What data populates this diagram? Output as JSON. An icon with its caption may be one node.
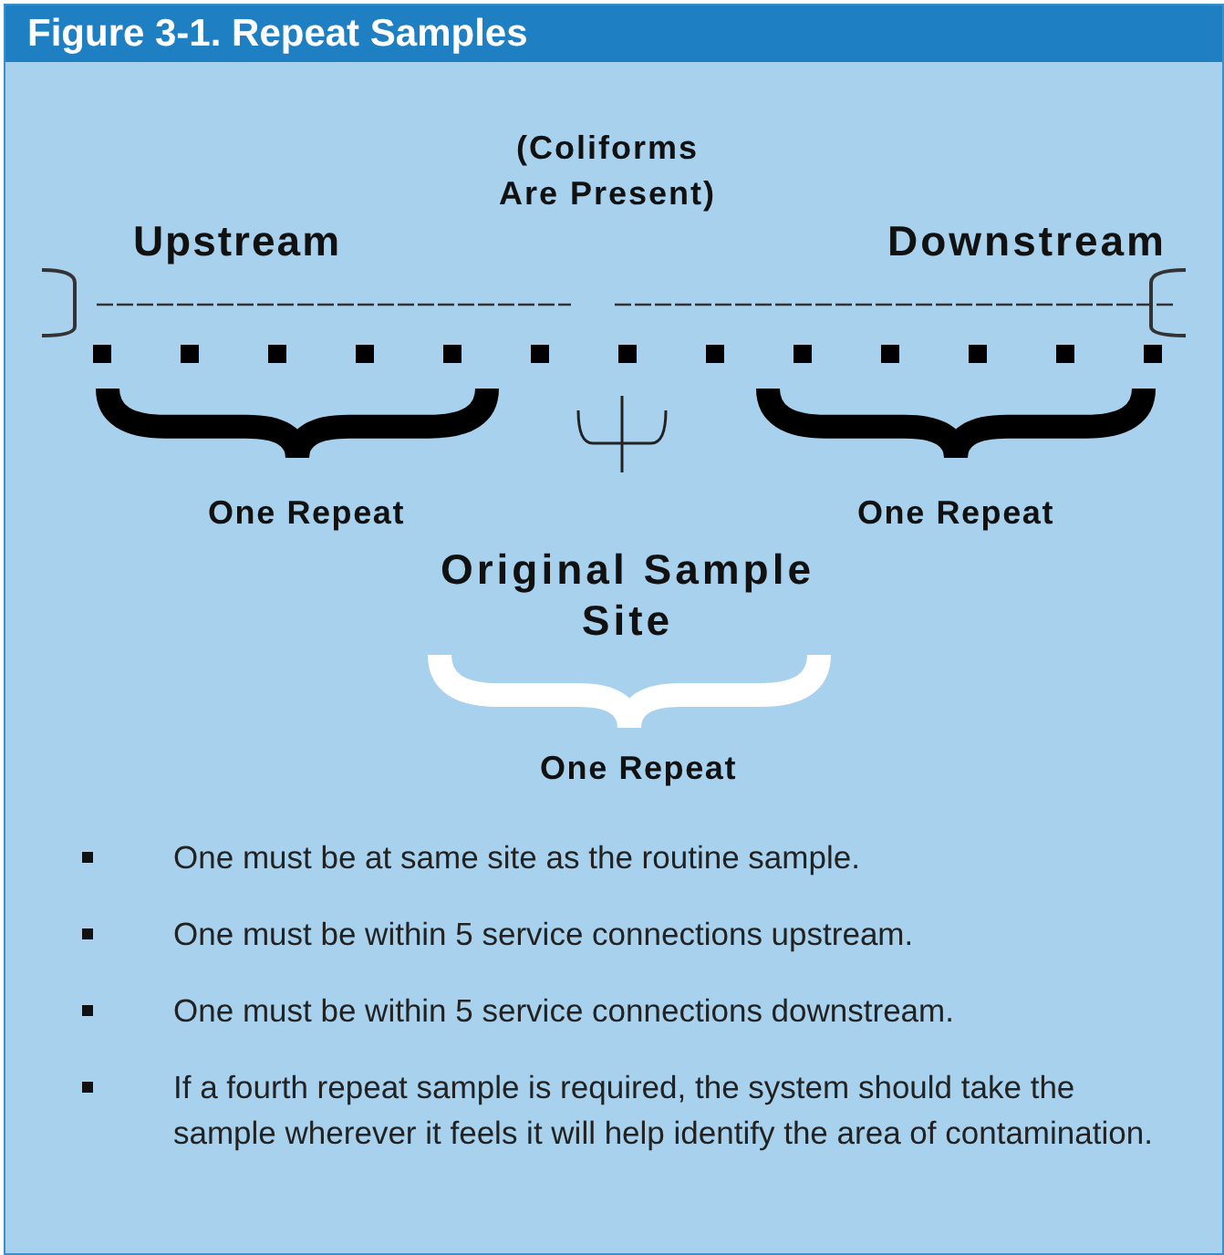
{
  "diagram": {
    "title": "Figure 3-1. Repeat Samples",
    "labels": [
      "(Coliforms Are Present)",
      "Upstream",
      "Downstream",
      "One Repeat",
      "One Repeat",
      "Original Sample Site",
      "One Repeat",
      "One must be at same site as the routine sample.",
      "One must be within 5 service connections upstream.",
      "One must be within 5 service connections downstream.",
      "If a fourth repeat sample is required, the system should take the sample wherever it feels it will help identify the area of contamination."
    ]
  }
}
